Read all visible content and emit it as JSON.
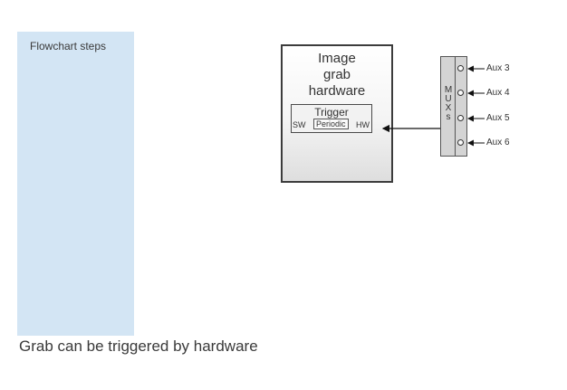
{
  "sidebar": {
    "title": "Flowchart steps"
  },
  "caption": "Grab can be triggered by hardware",
  "hardware_box": {
    "title_lines": [
      "Image",
      "grab",
      "hardware"
    ],
    "trigger": {
      "title": "Trigger",
      "options": [
        "SW",
        "Periodic",
        "HW"
      ]
    }
  },
  "mux": {
    "letters": [
      "M",
      "U",
      "X",
      "s"
    ]
  },
  "aux_inputs": [
    "Aux 3",
    "Aux 4",
    "Aux 5",
    "Aux 6"
  ],
  "colors": {
    "sidebar": "#d3e5f4",
    "mux": "#d4d4d4",
    "border": "#3c3c3c"
  }
}
